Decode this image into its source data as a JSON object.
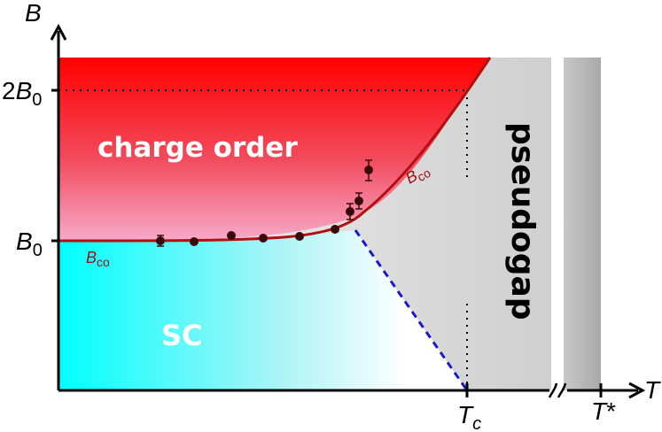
{
  "axes": {
    "y_label": "B",
    "x_label": "T",
    "y_ticks": [
      {
        "main": "B",
        "sub": "0",
        "prefix": ""
      },
      {
        "main": "B",
        "sub": "0",
        "prefix": "2"
      }
    ],
    "x_ticks": [
      {
        "main": "T",
        "sub": "c",
        "suffix": ""
      },
      {
        "main": "T",
        "sub": "",
        "suffix": "*"
      }
    ]
  },
  "regions": {
    "charge_order": "charge order",
    "sc": "SC",
    "pseudogap": "pseudogap"
  },
  "curve_labels": {
    "upper": {
      "main": "B",
      "sub": "co"
    },
    "lower": {
      "main": "B",
      "sub": "co"
    }
  },
  "colors": {
    "charge_order_top": "#ff0000",
    "charge_order_bottom": "#f4a6c6",
    "sc_left": "#00ffff",
    "pseudogap": "#d0d0d0",
    "curve": "#b01010",
    "dashed_line": "#1a1acc",
    "points": "#3a0a0a"
  }
}
